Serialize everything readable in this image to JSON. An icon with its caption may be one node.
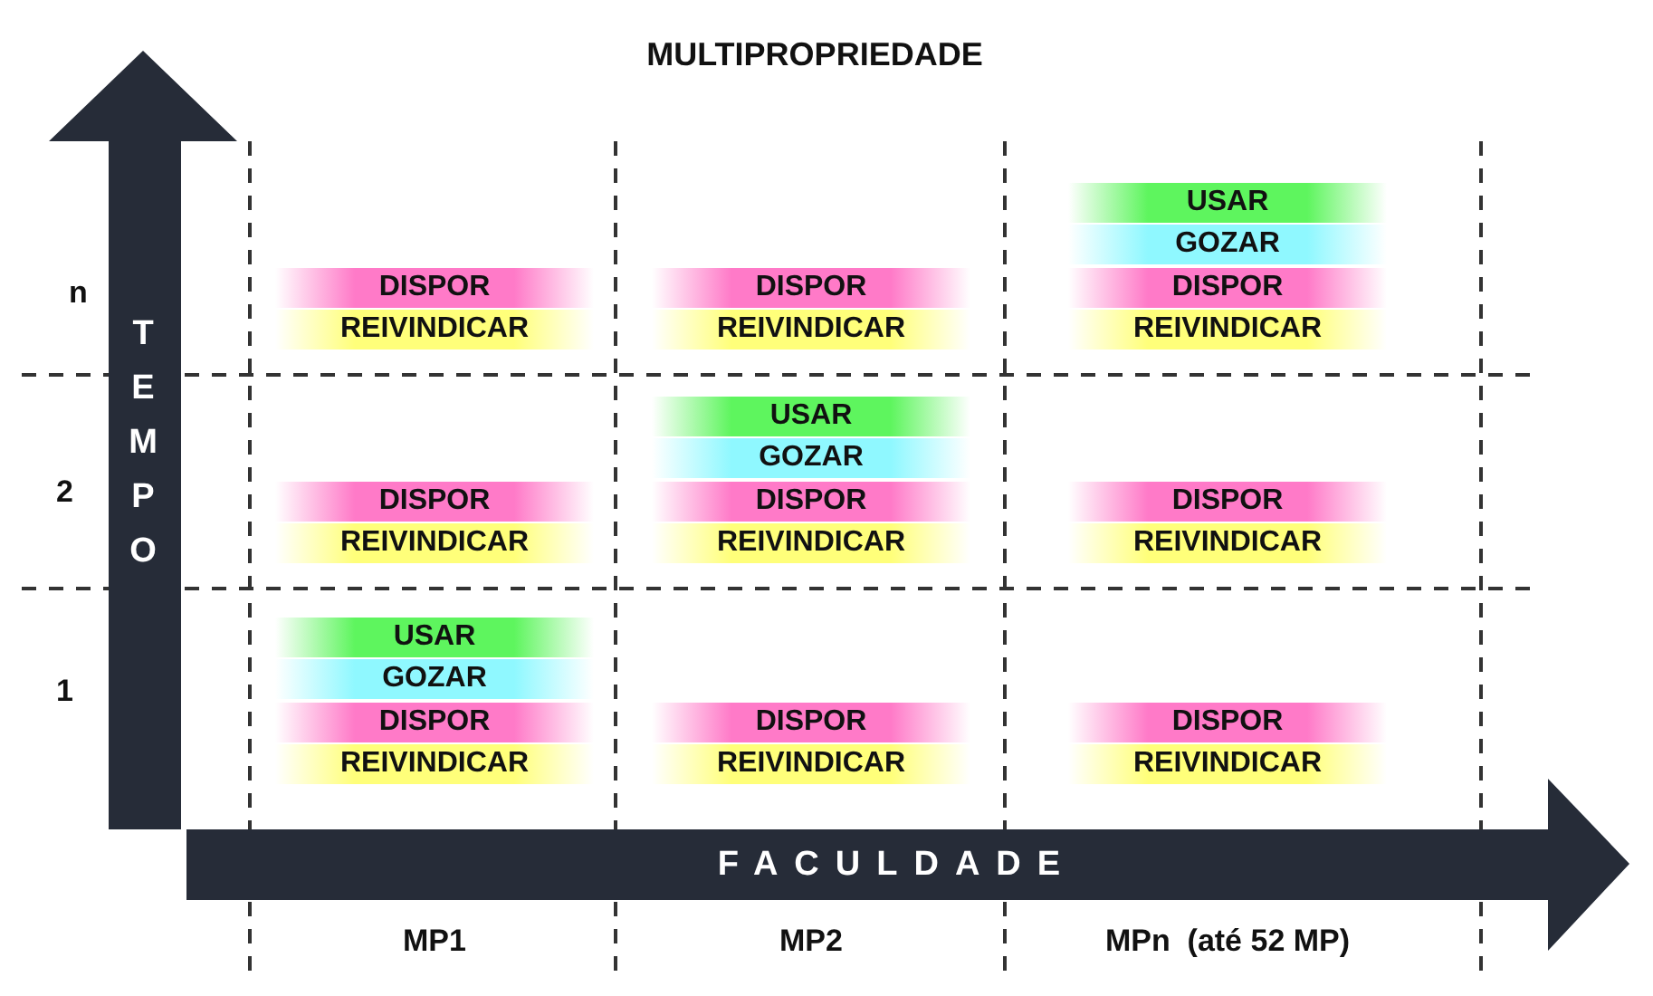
{
  "diagram": {
    "title": "MULTIPROPRIEDADE",
    "nodes": [
      {
        "text": [
          "DISPOR"
        ]
      },
      {
        "text": [
          "REIVINDICAR"
        ]
      },
      {
        "text": [
          "DISPOR"
        ]
      },
      {
        "text": [
          "REIVINDICAR"
        ]
      },
      {
        "text": [
          "USAR"
        ]
      },
      {
        "text": [
          "GOZAR"
        ]
      },
      {
        "text": [
          "DISPOR"
        ]
      },
      {
        "text": [
          "REIVINDICAR"
        ]
      },
      {
        "text": [
          "DISPOR"
        ]
      },
      {
        "text": [
          "REIVINDICAR"
        ]
      },
      {
        "text": [
          "USAR"
        ]
      },
      {
        "text": [
          "GOZAR"
        ]
      },
      {
        "text": [
          "DISPOR"
        ]
      },
      {
        "text": [
          "REIVINDICAR"
        ]
      },
      {
        "text": [
          "DISPOR"
        ]
      },
      {
        "text": [
          "REIVINDICAR"
        ]
      },
      {
        "text": [
          "USAR"
        ]
      },
      {
        "text": [
          "GOZAR"
        ]
      },
      {
        "text": [
          "DISPOR"
        ]
      },
      {
        "text": [
          "REIVINDICAR"
        ]
      },
      {
        "text": [
          "DISPOR"
        ]
      },
      {
        "text": [
          "REIVINDICAR"
        ]
      },
      {
        "text": [
          "DISPOR"
        ]
      },
      {
        "text": [
          "REIVINDICAR"
        ]
      },
      {
        "text": [
          "TEMPO"
        ]
      },
      {
        "text": [
          "FACULDADE"
        ]
      }
    ],
    "labels": [
      "n",
      "2",
      "1",
      "MP1",
      "MP2",
      "MPn  (até 52 MP)"
    ]
  }
}
